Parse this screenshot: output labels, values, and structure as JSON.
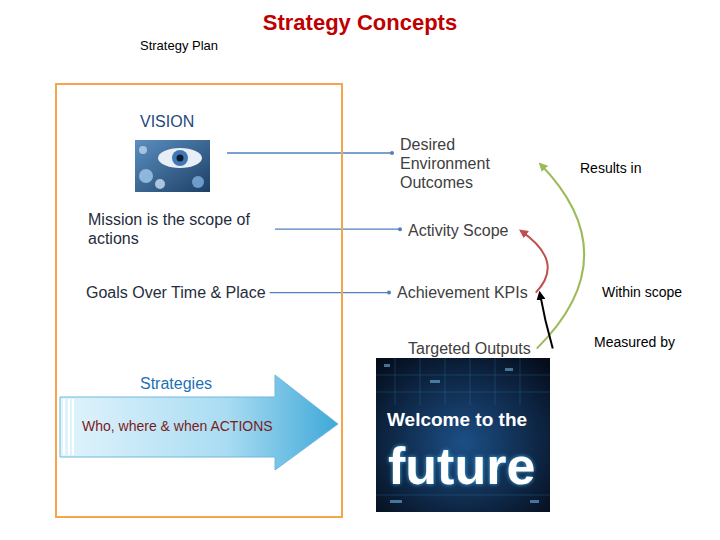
{
  "diagram": {
    "title": "Strategy Concepts",
    "nodes": [
      {
        "text": [
          "Strategy Plan"
        ]
      },
      {
        "text": [
          "VISION"
        ],
        "in": 0
      },
      {
        "text": [
          "Mission is the scope of actions"
        ],
        "in": 0
      },
      {
        "text": [
          "Goals Over Time & Place"
        ],
        "in": 0
      },
      {
        "text": [
          "Strategies",
          "Who, where & when ACTIONS"
        ],
        "in": 0
      },
      {
        "text": [
          "Desired Environment Outcomes"
        ]
      },
      {
        "text": [
          "Activity Scope"
        ]
      },
      {
        "text": [
          "Achievement KPIs"
        ]
      },
      {
        "text": [
          "Targeted Outputs"
        ]
      }
    ],
    "edges": [
      {
        "from": 1,
        "to": 5,
        "arrow": "none"
      },
      {
        "from": 2,
        "to": 6,
        "arrow": "none"
      },
      {
        "from": 3,
        "to": 7,
        "arrow": "none"
      },
      {
        "from": 8,
        "to": 5,
        "label": "Results in",
        "arrow": "to"
      },
      {
        "from": 7,
        "to": 6,
        "label": "Within scope",
        "arrow": "to"
      },
      {
        "from": 8,
        "to": 7,
        "label": "Measured by",
        "arrow": "to"
      }
    ],
    "labels": [
      "Welcome to the",
      "future"
    ]
  }
}
